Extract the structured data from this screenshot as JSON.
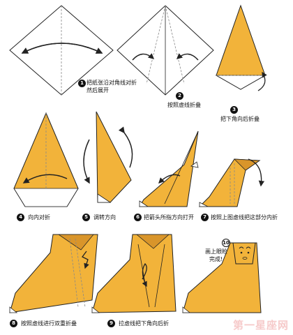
{
  "steps": [
    {
      "num": "1",
      "text_line1": "把纸张沿对角线对折",
      "text_line2": "然后展开"
    },
    {
      "num": "2",
      "text": "按照虚线折叠"
    },
    {
      "num": "3",
      "text": "把下角向后折叠"
    },
    {
      "num": "4",
      "text": "向内对折"
    },
    {
      "num": "5",
      "text": "调转方向"
    },
    {
      "num": "6",
      "text": "把箭头所指方向打开"
    },
    {
      "num": "7",
      "text": "按照上图虚线把这部分内折"
    },
    {
      "num": "8",
      "text": "按照虚线进行双重折叠"
    },
    {
      "num": "9",
      "text": "拉虚线把下角向后折"
    },
    {
      "num": "10",
      "text_line1": "画上眼睑",
      "text_line2": "完成!"
    }
  ],
  "watermark": "第一星座网",
  "colors": {
    "paper": "#F2B33A",
    "paper_dark": "#D9952A",
    "line": "#222222"
  }
}
